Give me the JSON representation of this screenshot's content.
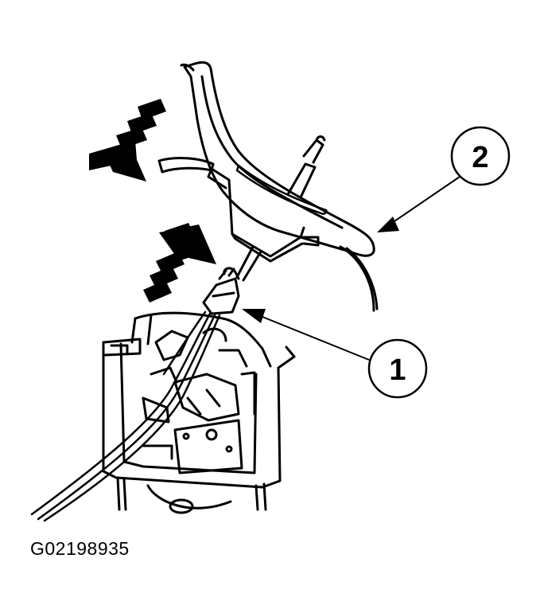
{
  "callouts": [
    {
      "label": "1",
      "part": "connector"
    },
    {
      "label": "2",
      "part": "shifter-boot-trim"
    }
  ],
  "figure_code": "G02198935",
  "colors": {
    "ink": "#000000",
    "paper": "#ffffff"
  }
}
